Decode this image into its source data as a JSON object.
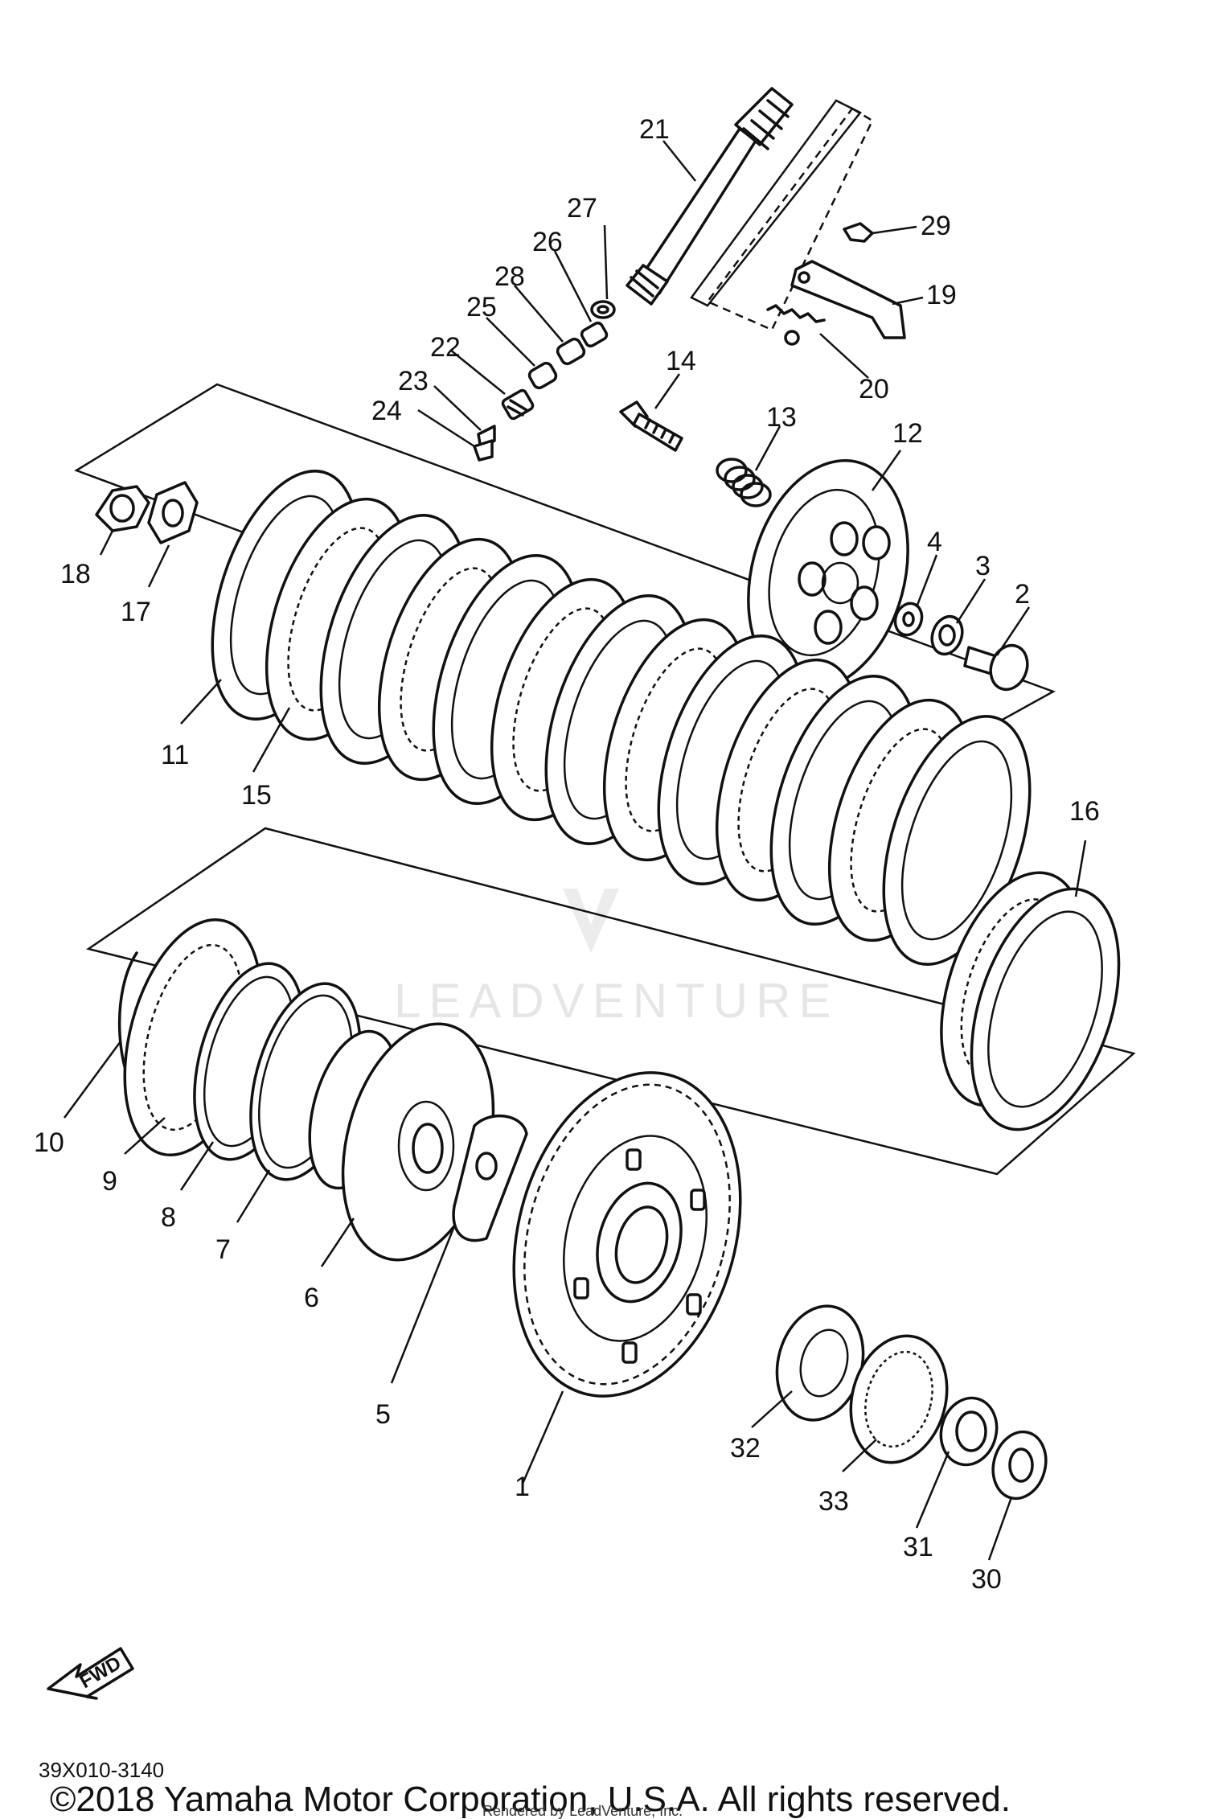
{
  "diagram": {
    "part_numbers": [
      "1",
      "2",
      "3",
      "4",
      "5",
      "6",
      "7",
      "8",
      "9",
      "10",
      "11",
      "12",
      "13",
      "14",
      "15",
      "16",
      "17",
      "18",
      "19",
      "20",
      "21",
      "22",
      "23",
      "24",
      "25",
      "26",
      "27",
      "28",
      "29",
      "30",
      "31",
      "32",
      "33"
    ],
    "direction_label": "FWD",
    "drawing_code": "39X010-3140",
    "watermark": "LEADVENTURE",
    "copyright": "©2018 Yamaha Motor Corporation, U.S.A. All rights reserved.",
    "rendered_by": "Rendered by LeadVenture, Inc."
  }
}
